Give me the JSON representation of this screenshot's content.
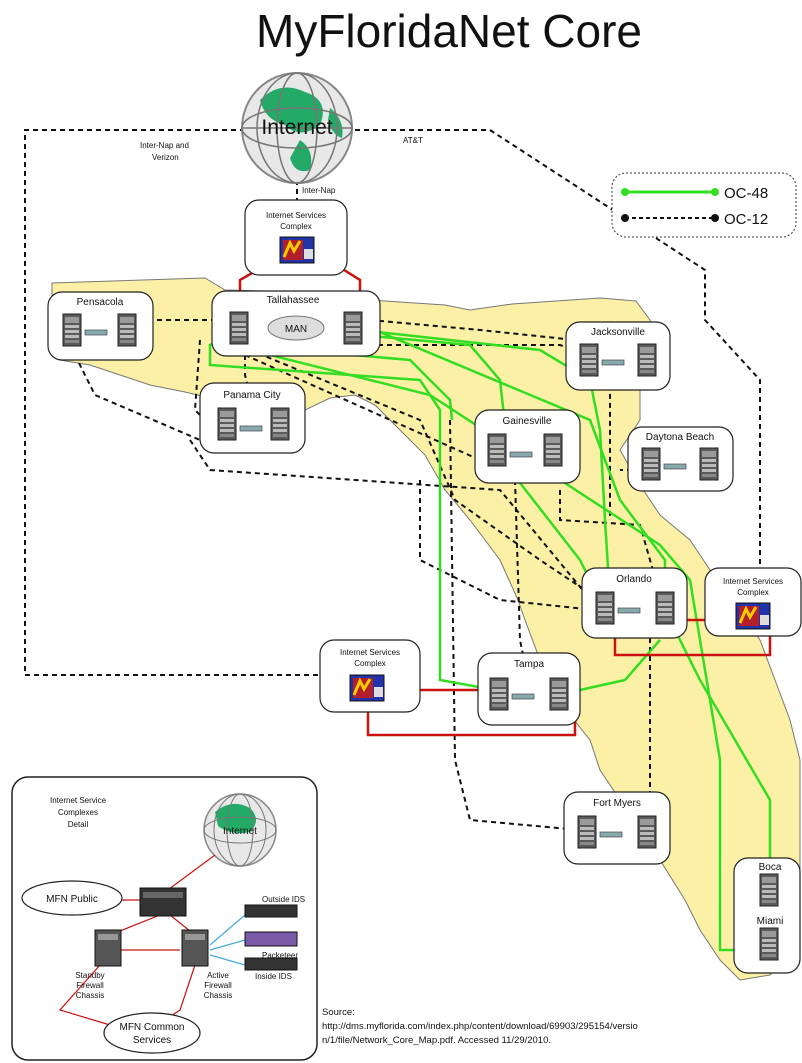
{
  "title": "MyFloridaNet Core",
  "legend": {
    "oc48": "OC-48",
    "oc12": "OC-12"
  },
  "colors": {
    "oc48": "#33dd22",
    "oc12": "#111111",
    "red_link": "#cc1111",
    "state_fill": "#fbf0a6"
  },
  "internet": {
    "label": "Internet"
  },
  "carriers": {
    "left": "Inter-Nap and Verizon",
    "right": "AT&T",
    "internap": "Inter-Nap"
  },
  "nodes": {
    "isc_top": "Internet Services Complex",
    "pensacola": "Pensacola",
    "tallahassee": "Tallahassee",
    "man": "MAN",
    "panama_city": "Panama City",
    "jacksonville": "Jacksonville",
    "gainesville": "Gainesville",
    "daytona_beach": "Daytona Beach",
    "orlando": "Orlando",
    "isc_orlando": "Internet Services Complex",
    "isc_tampa": "Internet Services Complex",
    "tampa": "Tampa",
    "fort_myers": "Fort Myers",
    "boca": "Boca",
    "miami": "Miami"
  },
  "detail": {
    "title": "Internet Service Complexes Detail",
    "internet": "Internet",
    "mfn_public": "MFN Public",
    "mfn_common": "MFN Common Services",
    "outside_ids": "Outside IDS",
    "packeteer": "Packeteer",
    "inside_ids": "Inside IDS",
    "standby": "Standby Firewall Chassis",
    "active": "Active Firewall Chassis"
  },
  "source": {
    "line1": "Source:",
    "line2": "http://dms.myflorida.com/index.php/content/download/69903/295154/versio",
    "line3": "n/1/file/Network_Core_Map.pdf.  Accessed 11/29/2010."
  }
}
